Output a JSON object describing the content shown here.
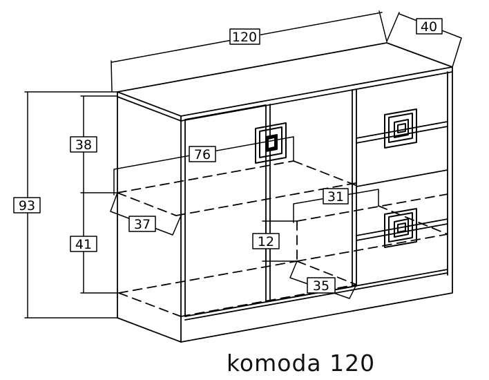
{
  "dimensions": {
    "width": "120",
    "depth": "40",
    "height": "93",
    "upper_section": "38",
    "lower_section": "41",
    "shelf_width": "76",
    "shelf_depth": "37",
    "drawer_width": "31",
    "drawer_height": "12",
    "drawer_depth": "35"
  },
  "caption": "komoda 120",
  "colors": {
    "line": "#000000",
    "background": "#ffffff"
  }
}
